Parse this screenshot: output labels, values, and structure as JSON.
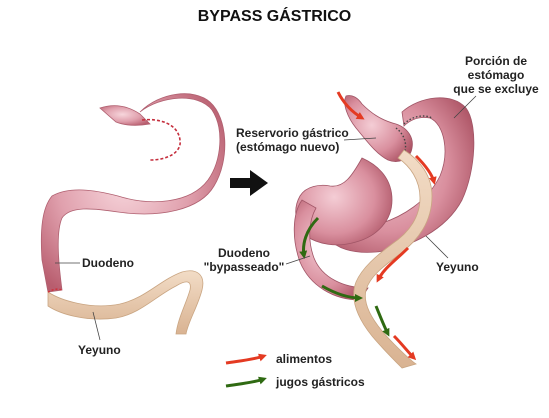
{
  "title": "BYPASS GÁSTRICO",
  "labels": {
    "duodeno_left": "Duodeno",
    "yeyuno_left": "Yeyuno",
    "reservorio_line1": "Reservorio gástrico",
    "reservorio_line2": "(estómago nuevo)",
    "porcion_line1": "Porción de",
    "porcion_line2": "estómago",
    "porcion_line3": "que se excluye",
    "duodeno_bypass_line1": "Duodeno",
    "duodeno_bypass_line2": "\"bypasseado\"",
    "yeyuno_right": "Yeyuno"
  },
  "legend": {
    "food": "alimentos",
    "juices": "jugos gástricos"
  },
  "colors": {
    "stomach": "#c97383",
    "stomach_highlight": "#f3c6cf",
    "stomach_dark": "#a94f60",
    "jejunum": "#e8c8a8",
    "jejunum_edge": "#c9a582",
    "red_arrow": "#e43a22",
    "green_arrow": "#2f6a12",
    "transition_mark": "#d0303a"
  }
}
